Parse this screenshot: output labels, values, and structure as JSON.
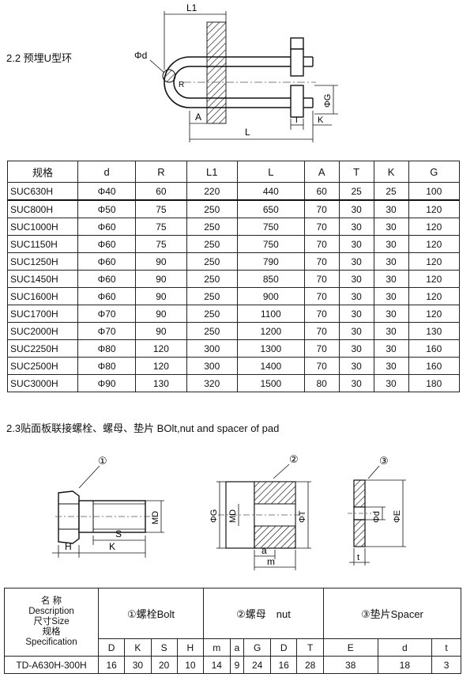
{
  "section1": {
    "title": "2.2 预埋U型环",
    "labels": {
      "L1": "L1",
      "phid": "Φd",
      "R": "R",
      "A": "A",
      "L": "L",
      "T": "T",
      "K": "K",
      "phiG": "ΦG"
    }
  },
  "spec_table": {
    "headers": [
      "规格",
      "d",
      "R",
      "L1",
      "L",
      "A",
      "T",
      "K",
      "G"
    ],
    "rows": [
      [
        "SUC630H",
        "Φ40",
        "60",
        "220",
        "440",
        "60",
        "25",
        "25",
        "100"
      ],
      [
        "SUC800H",
        "Φ50",
        "75",
        "250",
        "650",
        "70",
        "30",
        "30",
        "120"
      ],
      [
        "SUC1000H",
        "Φ60",
        "75",
        "250",
        "750",
        "70",
        "30",
        "30",
        "120"
      ],
      [
        "SUC1150H",
        "Φ60",
        "75",
        "250",
        "750",
        "70",
        "30",
        "30",
        "120"
      ],
      [
        "SUC1250H",
        "Φ60",
        "90",
        "250",
        "790",
        "70",
        "30",
        "30",
        "120"
      ],
      [
        "SUC1450H",
        "Φ60",
        "90",
        "250",
        "850",
        "70",
        "30",
        "30",
        "120"
      ],
      [
        "SUC1600H",
        "Φ60",
        "90",
        "250",
        "900",
        "70",
        "30",
        "30",
        "120"
      ],
      [
        "SUC1700H",
        "Φ70",
        "90",
        "250",
        "1100",
        "70",
        "30",
        "30",
        "120"
      ],
      [
        "SUC2000H",
        "Φ70",
        "90",
        "250",
        "1200",
        "70",
        "30",
        "30",
        "130"
      ],
      [
        "SUC2250H",
        "Φ80",
        "120",
        "300",
        "1300",
        "70",
        "30",
        "30",
        "160"
      ],
      [
        "SUC2500H",
        "Φ80",
        "120",
        "300",
        "1400",
        "70",
        "30",
        "30",
        "160"
      ],
      [
        "SUC3000H",
        "Φ90",
        "130",
        "320",
        "1500",
        "80",
        "30",
        "30",
        "180"
      ]
    ]
  },
  "section2": {
    "title": "2.3贴面板联接螺栓、螺母、垫片 BOlt,nut and spacer of pad",
    "bolt_labels": {
      "num": "①",
      "MD": "MD",
      "S": "S",
      "H": "H",
      "K": "K"
    },
    "nut_labels": {
      "num": "②",
      "phiG": "ΦG",
      "MD": "MD",
      "phiT": "ΦT",
      "a": "a",
      "m": "m"
    },
    "spacer_labels": {
      "num": "③",
      "phid": "Φd",
      "phiE": "ΦE",
      "t": "t"
    }
  },
  "bolt_table": {
    "description_lines": [
      "名 称",
      "Description",
      "尺寸Size",
      "规格",
      "Specification"
    ],
    "groups": [
      "①螺栓Bolt",
      "②螺母　nut",
      "③垫片Spacer"
    ],
    "columns": [
      "D",
      "K",
      "S",
      "H",
      "m",
      "a",
      "G",
      "D",
      "T",
      "E",
      "d",
      "t"
    ],
    "model": "TD-A630H-300H",
    "values": [
      "16",
      "30",
      "20",
      "10",
      "14",
      "9",
      "24",
      "16",
      "28",
      "38",
      "18",
      "3"
    ]
  }
}
